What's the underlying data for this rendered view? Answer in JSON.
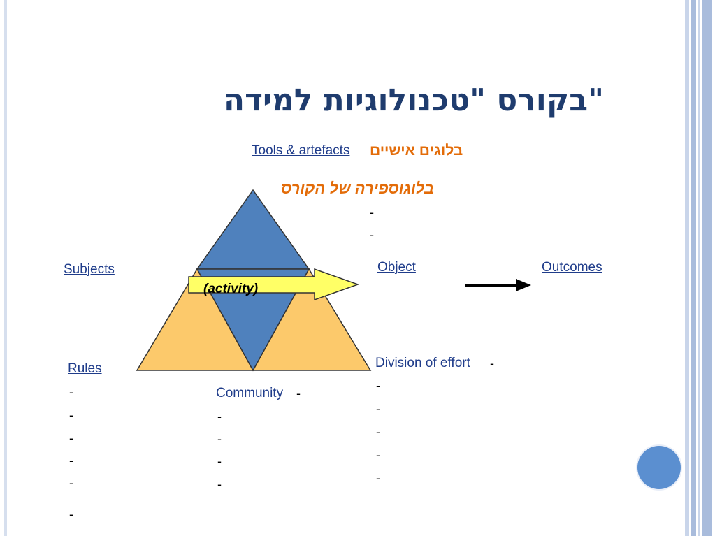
{
  "slide": {
    "title": "בקורס \"טכנולוגיות למידה\"",
    "tools_label": "Tools & artefacts",
    "tools_hebrew": "בלוגים אישיים",
    "blogosphere": "בלוגוספירה של הקורס",
    "subjects_label": "Subjects",
    "object_label": "Object",
    "outcomes_label": "Outcomes",
    "activity_label": "(activity)",
    "rules_label": "Rules",
    "community_label": "Community",
    "division_label": "Division of effort",
    "dash": "-"
  },
  "colors": {
    "title": "#1f3c6e",
    "link": "#1f3c8a",
    "hebrew_accent": "#e36c09",
    "triangle_blue": "#4f81bd",
    "triangle_yellow": "#fcc96b",
    "arrow_fill": "#ffff66",
    "frame_stripe": "#a9bcdc",
    "bullet_circle": "#5b8fd0"
  }
}
